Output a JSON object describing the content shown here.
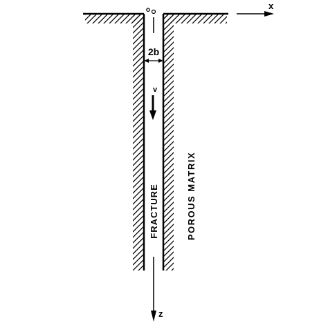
{
  "labels": {
    "origin": "o",
    "x_axis": "x",
    "z_axis": "z",
    "width": "2b",
    "velocity": "v",
    "fracture": "FRACTURE",
    "matrix": "POROUS MATRIX"
  }
}
